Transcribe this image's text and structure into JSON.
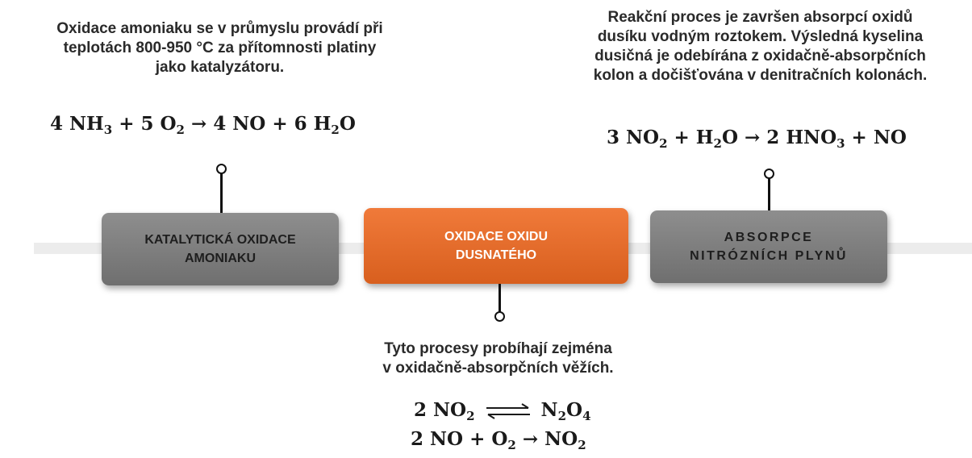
{
  "steps": [
    {
      "label_lines": [
        "KATALYTICKÁ OXIDACE",
        "AMONIAKU"
      ],
      "color": "#808080"
    },
    {
      "label_lines": [
        "OXIDACE OXIDU",
        "DUSNATÉHO"
      ],
      "color": "#E8692A"
    },
    {
      "label_lines": [
        "ABSORPCE",
        "NITRÓZNÍCH PLYNŮ"
      ],
      "color": "#808080"
    }
  ],
  "notes": {
    "left": [
      "Oxidace amoniaku se v průmyslu provádí při",
      "teplotách 800-950 °C za přítomnosti platiny",
      "jako katalyzátoru."
    ],
    "right": [
      "Reakční proces je završen absorpcí oxidů",
      "dusíku vodným roztokem. Výsledná kyselina",
      "dusičná je odebírána z oxidačně-absorpčních",
      "kolon a dočišťována v denitračních kolonách."
    ],
    "bottom": [
      "Tyto procesy probíhají zejména",
      "v oxidačně-absorpčních věžích."
    ]
  },
  "equations": {
    "eq1": {
      "a": "4 NH",
      "a_sub": "3",
      "b": " +  5 O",
      "b_sub": "2",
      "c": " → 4 NO + 6 H",
      "c_sub": "2",
      "d": "O"
    },
    "eq2": {
      "a": "3 NO",
      "a_sub": "2",
      "b": " +  H",
      "b_sub": "2",
      "c": "O → 2 HNO",
      "c_sub": "3",
      "d": " + NO"
    },
    "eq3": {
      "a": "2 NO",
      "a_sub": "2",
      "b": "N",
      "b_sub": "2",
      "c": "O",
      "c_sub": "4"
    },
    "eq4": {
      "a": "2 NO + O",
      "a_sub": "2",
      "b": " → NO",
      "b_sub": "2"
    }
  }
}
